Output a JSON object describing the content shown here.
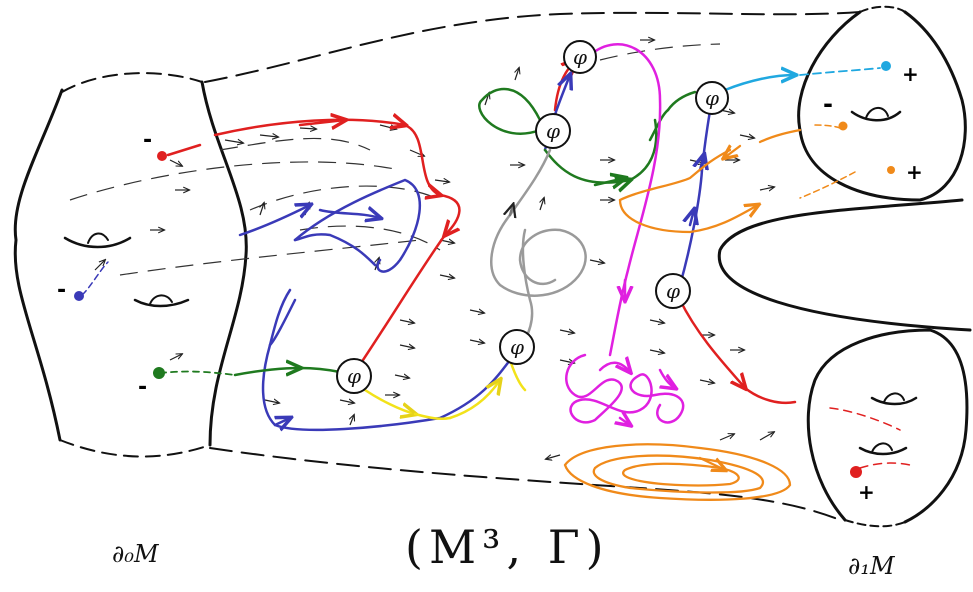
{
  "caption": "(M³, Γ)",
  "boundary_left_label": "∂₀M",
  "boundary_right_label": "∂₁M",
  "vertex_symbol": "φ",
  "signs": [
    "-",
    "-",
    "-",
    "+",
    "-",
    "+",
    "+"
  ],
  "colors": {
    "outline": "#111111",
    "red": "#e02020",
    "blue": "#3a3ab8",
    "green": "#1f7a1f",
    "magenta": "#e020e0",
    "orange": "#f08a1a",
    "cyan": "#20a8e0",
    "yellow": "#f2e21a",
    "gray": "#9a9a9a"
  }
}
